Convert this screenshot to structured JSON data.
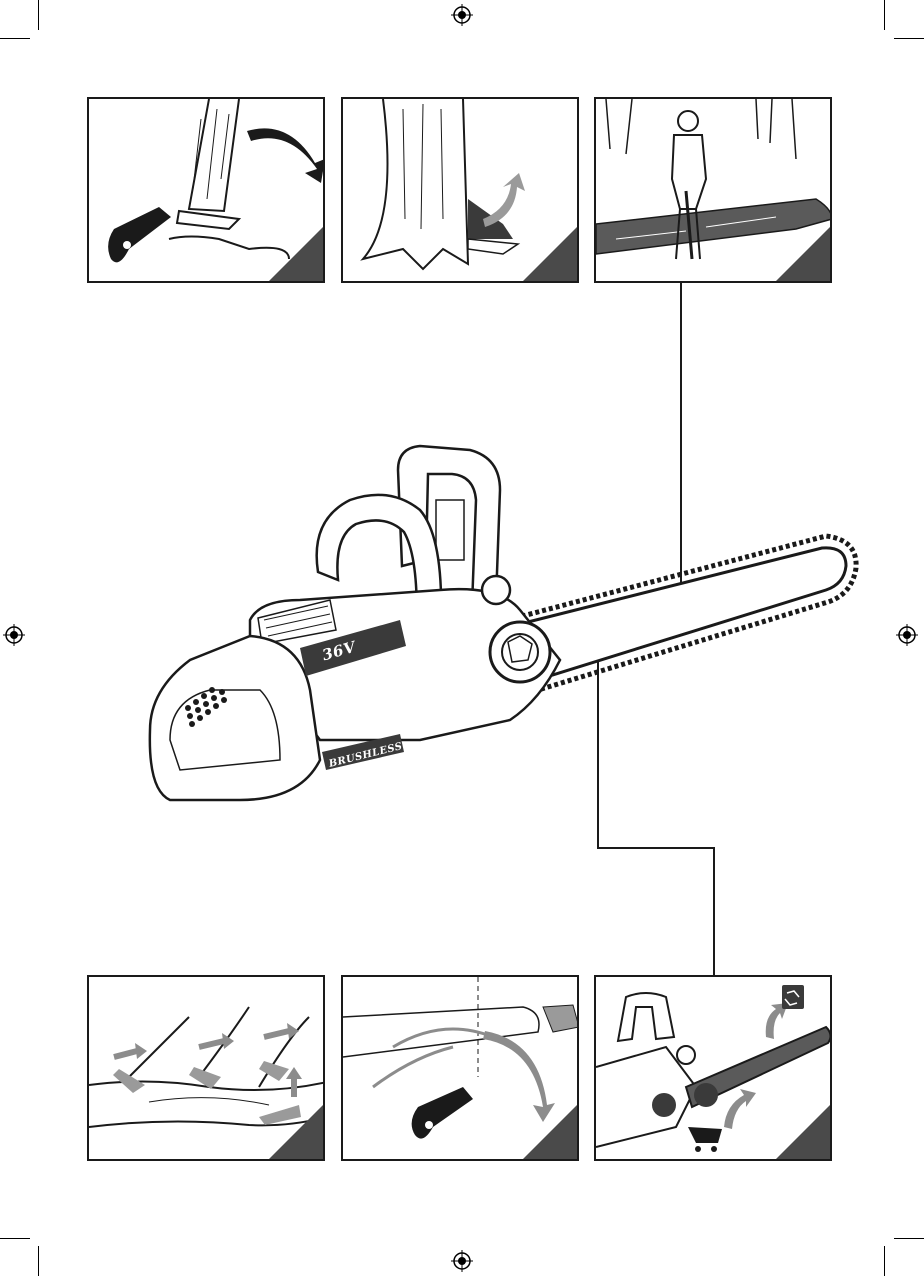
{
  "product": {
    "voltage_label": "36V",
    "motor_label": "BRUSHLESS"
  },
  "panels": [
    {
      "id": "felling-direction",
      "icon": "tree-felling-icon"
    },
    {
      "id": "notch-cut",
      "icon": "tree-notch-icon"
    },
    {
      "id": "log-cutting",
      "icon": "operator-cutting-log-icon"
    },
    {
      "id": "limbing",
      "icon": "limbing-sequence-icon"
    },
    {
      "id": "branch-cut",
      "icon": "branch-cutting-icon"
    },
    {
      "id": "replace-chain",
      "icon": "replace-and-recycle-icon"
    }
  ],
  "colors": {
    "line": "#1a1a1a",
    "corner": "#4a4a4a",
    "arrow_gray": "#8c8c8c"
  }
}
